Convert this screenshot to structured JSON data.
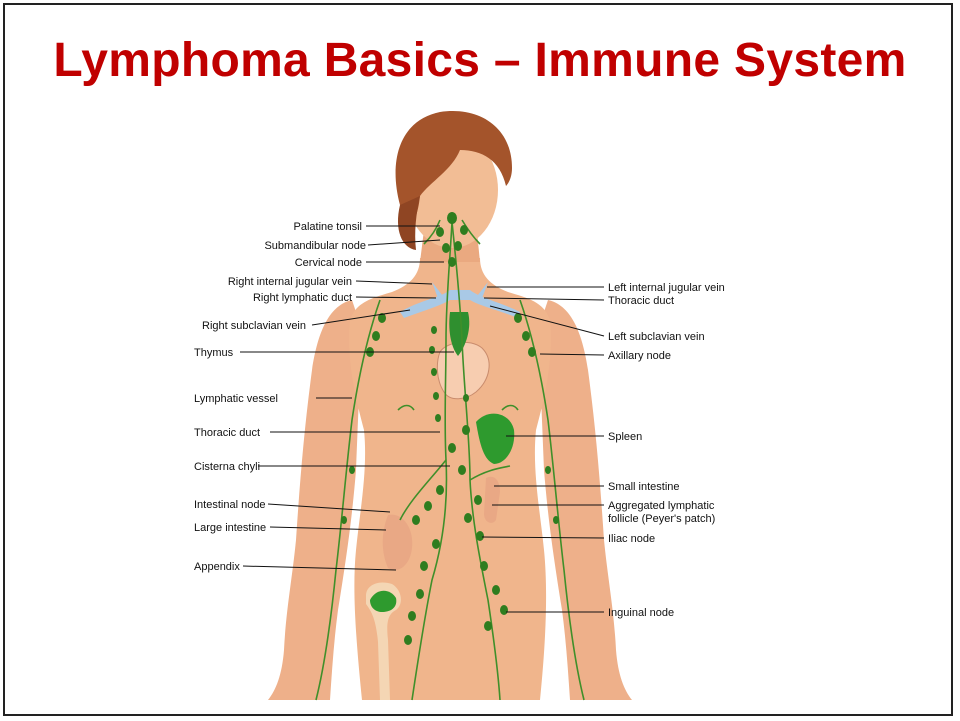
{
  "title": "Lymphoma Basics – Immune System",
  "colors": {
    "title": "#c00000",
    "skin": "#f0b58c",
    "lymph": "#3f8f2a",
    "node": "#2f7d1f",
    "hair": "#a4542b",
    "vein": "#a9c9e6",
    "spleen": "#2e9a2e"
  },
  "labels_left": [
    {
      "id": "palatine-tonsil",
      "text": "Palatine tonsil"
    },
    {
      "id": "submandibular-node",
      "text": "Submandibular node"
    },
    {
      "id": "cervical-node",
      "text": "Cervical node"
    },
    {
      "id": "right-internal-jugular-vein",
      "text": "Right internal jugular vein"
    },
    {
      "id": "right-lymphatic-duct",
      "text": "Right lymphatic duct"
    },
    {
      "id": "right-subclavian-vein",
      "text": "Right subclavian vein"
    },
    {
      "id": "thymus",
      "text": "Thymus"
    },
    {
      "id": "lymphatic-vessel",
      "text": "Lymphatic vessel"
    },
    {
      "id": "thoracic-duct-left",
      "text": "Thoracic duct"
    },
    {
      "id": "cisterna-chyli",
      "text": "Cisterna chyli"
    },
    {
      "id": "intestinal-node",
      "text": "Intestinal node"
    },
    {
      "id": "large-intestine",
      "text": "Large intestine"
    },
    {
      "id": "appendix",
      "text": "Appendix"
    }
  ],
  "labels_right": [
    {
      "id": "left-internal-jugular-vein",
      "text": "Left internal jugular vein"
    },
    {
      "id": "thoracic-duct-right",
      "text": "Thoracic duct"
    },
    {
      "id": "left-subclavian-vein",
      "text": "Left subclavian vein"
    },
    {
      "id": "axillary-node",
      "text": "Axillary node"
    },
    {
      "id": "spleen",
      "text": "Spleen"
    },
    {
      "id": "small-intestine",
      "text": "Small intestine"
    },
    {
      "id": "aggregated-lymphatic-follicle-1",
      "text": "Aggregated lymphatic"
    },
    {
      "id": "aggregated-lymphatic-follicle-2",
      "text": "follicle (Peyer's patch)"
    },
    {
      "id": "iliac-node",
      "text": "Iliac node"
    },
    {
      "id": "inguinal-node",
      "text": "Inguinal node"
    }
  ]
}
